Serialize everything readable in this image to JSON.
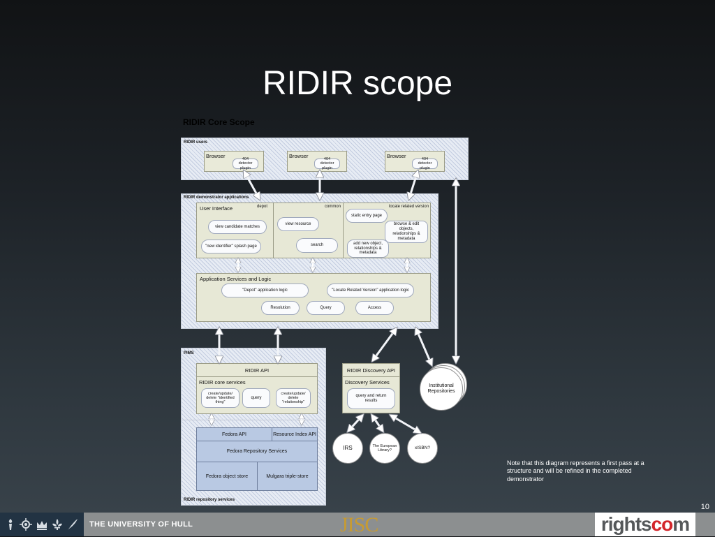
{
  "slide": {
    "title": "RIDIR scope",
    "page_number": "10",
    "note": "Note that this diagram represents a first pass at a structure and will be refined in the completed demonstrator"
  },
  "diagram": {
    "title": "RIDIR Core Scope",
    "users": {
      "label": "RIDIR users",
      "browsers": [
        {
          "label": "Browser",
          "plugin": "404 detector plugin"
        },
        {
          "label": "Browser",
          "plugin": "404 detector plugin"
        },
        {
          "label": "Browser",
          "plugin": "404 detector plugin"
        }
      ]
    },
    "apps": {
      "label": "RIDIR demonstrator applications",
      "ui": {
        "title": "User Interface",
        "depot_label": "depot",
        "common_label": "common",
        "locate_label": "locate related version",
        "view_candidate": "view candidate matches",
        "new_identifier": "\"new identifier\" splash page",
        "view_resource": "view resource",
        "search": "search",
        "static_entry": "static entry page",
        "browse_edit": "browse & edit objects, relationships & metadata",
        "add_new": "add new object, relationships & metadata"
      },
      "logic": {
        "title": "Application Services and Logic",
        "depot_logic": "\"Depot\" application logic",
        "locate_logic": "\"Locate Related Version\" application logic",
        "resolution": "Resolution",
        "query": "Query",
        "access": "Access"
      }
    },
    "pims": {
      "label": "PIMS",
      "api": "RIDIR API",
      "core_services": "RIDIR core services",
      "create_thing": "create/update/ delete \"identified thing\"",
      "query": "query",
      "create_relationship": "create/update/ delete \"relationship\""
    },
    "repo": {
      "label": "RIDIR repository services",
      "fedora_api": "Fedora API",
      "resource_index_api": "Resource Index API",
      "fedora_repo_services": "Fedora Repository Services",
      "fedora_object_store": "Fedora object store",
      "mulgara": "Mulgara triple-store"
    },
    "discovery": {
      "api": "RIDIR Discovery API",
      "services": "Discovery Services",
      "query_return": "query and return results"
    },
    "institutional": "Institutional Repositories",
    "irs": "IRS",
    "european_library": "The European Library?",
    "xisbn": "xISBN?"
  },
  "footer": {
    "university": "THE UNIVERSITY OF HULL",
    "jisc": "JISC",
    "rightscom_prefix": "rights",
    "rightscom_accent": "co",
    "rightscom_suffix": "m",
    "crest_icons": [
      "torch-icon",
      "sun-gear-icon",
      "crown-icon",
      "fleur-de-lis-icon",
      "quill-icon"
    ]
  },
  "colors": {
    "background_top": "#111315",
    "background_bottom": "#3a444c",
    "footer_bar": "#8c8f90",
    "hull_block": "#223343",
    "jisc_gold": "#c79b32",
    "rightscom_red": "#d3252a",
    "repo_blue": "#b9c9e3",
    "ui_beige": "#e7e8d6"
  }
}
